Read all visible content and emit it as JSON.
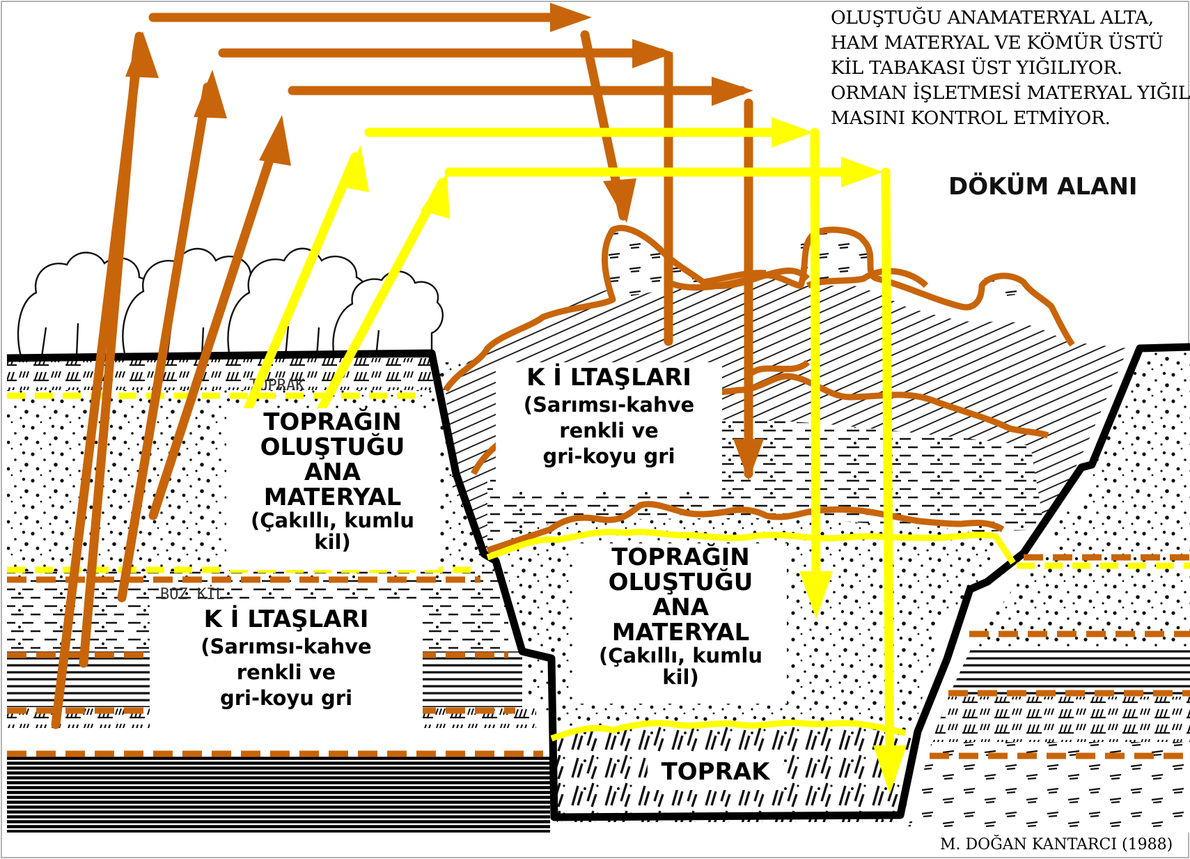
{
  "annotation": {
    "lines": [
      "OLUŞTUĞU ANAMATERYAL ALTA,",
      "HAM MATERYAL VE KÖMÜR ÜSTÜ",
      "KİL TABAKASI ÜST YIĞILIYOR.",
      "ORMAN İŞLETMESİ MATERYAL YIĞIL-",
      "MASINI KONTROL ETMİYOR."
    ]
  },
  "dump_area_title": "DÖKÜM ALANI",
  "labels": {
    "parent_left": {
      "lines": [
        "TOPRAĞIN",
        "OLUŞTUĞU",
        "ANA",
        "MATERYAL"
      ],
      "detail": [
        "(Çakıllı, kumlu",
        "kil)"
      ]
    },
    "claystone_left": {
      "title": "K İ LTAŞLARI",
      "detail": [
        "(Sarımsı-kahve",
        "renkli ve",
        "gri-koyu gri"
      ]
    },
    "claystone_dump": {
      "title": "K İ LTAŞLARI",
      "detail": [
        "(Sarımsı-kahve",
        "renkli ve",
        "gri-koyu gri"
      ]
    },
    "parent_pit": {
      "lines": [
        "TOPRAĞIN",
        "OLUŞTUĞU",
        "ANA",
        "MATERYAL"
      ],
      "detail": [
        "(Çakıllı, kumlu",
        "kil)"
      ]
    },
    "soil": "TOPRAK"
  },
  "faint_labels": {
    "topsoil": "TOPRAK",
    "gray_clay": "BOZ KİL"
  },
  "credit": "M. DOĞAN KANTARCI (1988)",
  "colors": {
    "brown": "#c8650a",
    "yellow": "#ffff00",
    "outline": "#000000"
  }
}
